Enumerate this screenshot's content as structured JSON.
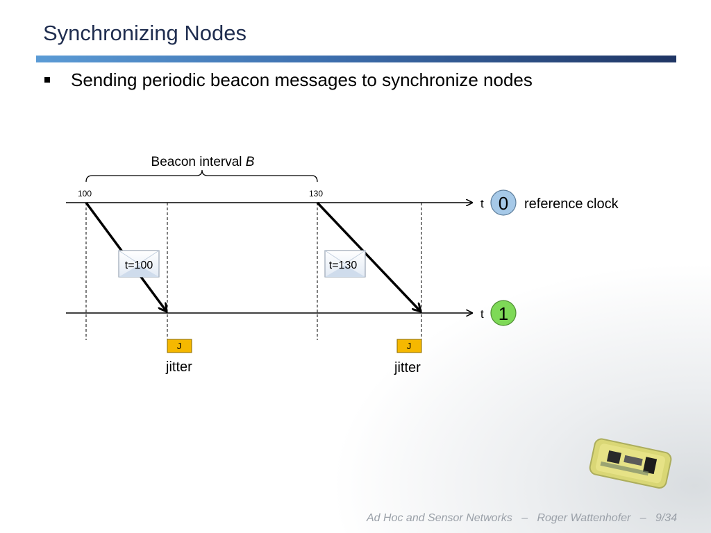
{
  "slide": {
    "title": "Synchronizing Nodes",
    "bullet": "Sending periodic beacon messages to synchronize nodes"
  },
  "diagram": {
    "beacon_label_text": "Beacon interval ",
    "beacon_label_var": "B",
    "tick_left": "100",
    "tick_right": "130",
    "axis_label_top": "t",
    "axis_label_bottom": "t",
    "node_ref": "0",
    "node_ref_label": "reference clock",
    "node_sync": "1",
    "message_left": "t=100",
    "message_right": "t=130",
    "jitter_box_left": "J",
    "jitter_box_right": "J",
    "jitter_label_left": "jitter",
    "jitter_label_right": "jitter"
  },
  "footer": {
    "course": "Ad Hoc and Sensor Networks",
    "sep1": "–",
    "author": "Roger Wattenhofer",
    "sep2": "–",
    "page": "9/34"
  },
  "colors": {
    "title": "#1f2d4f",
    "node_ref_fill": "#a6c9e8",
    "node_sync_fill": "#7ed957",
    "jitter_fill": "#f5b800",
    "footer": "#9aa0a8"
  }
}
